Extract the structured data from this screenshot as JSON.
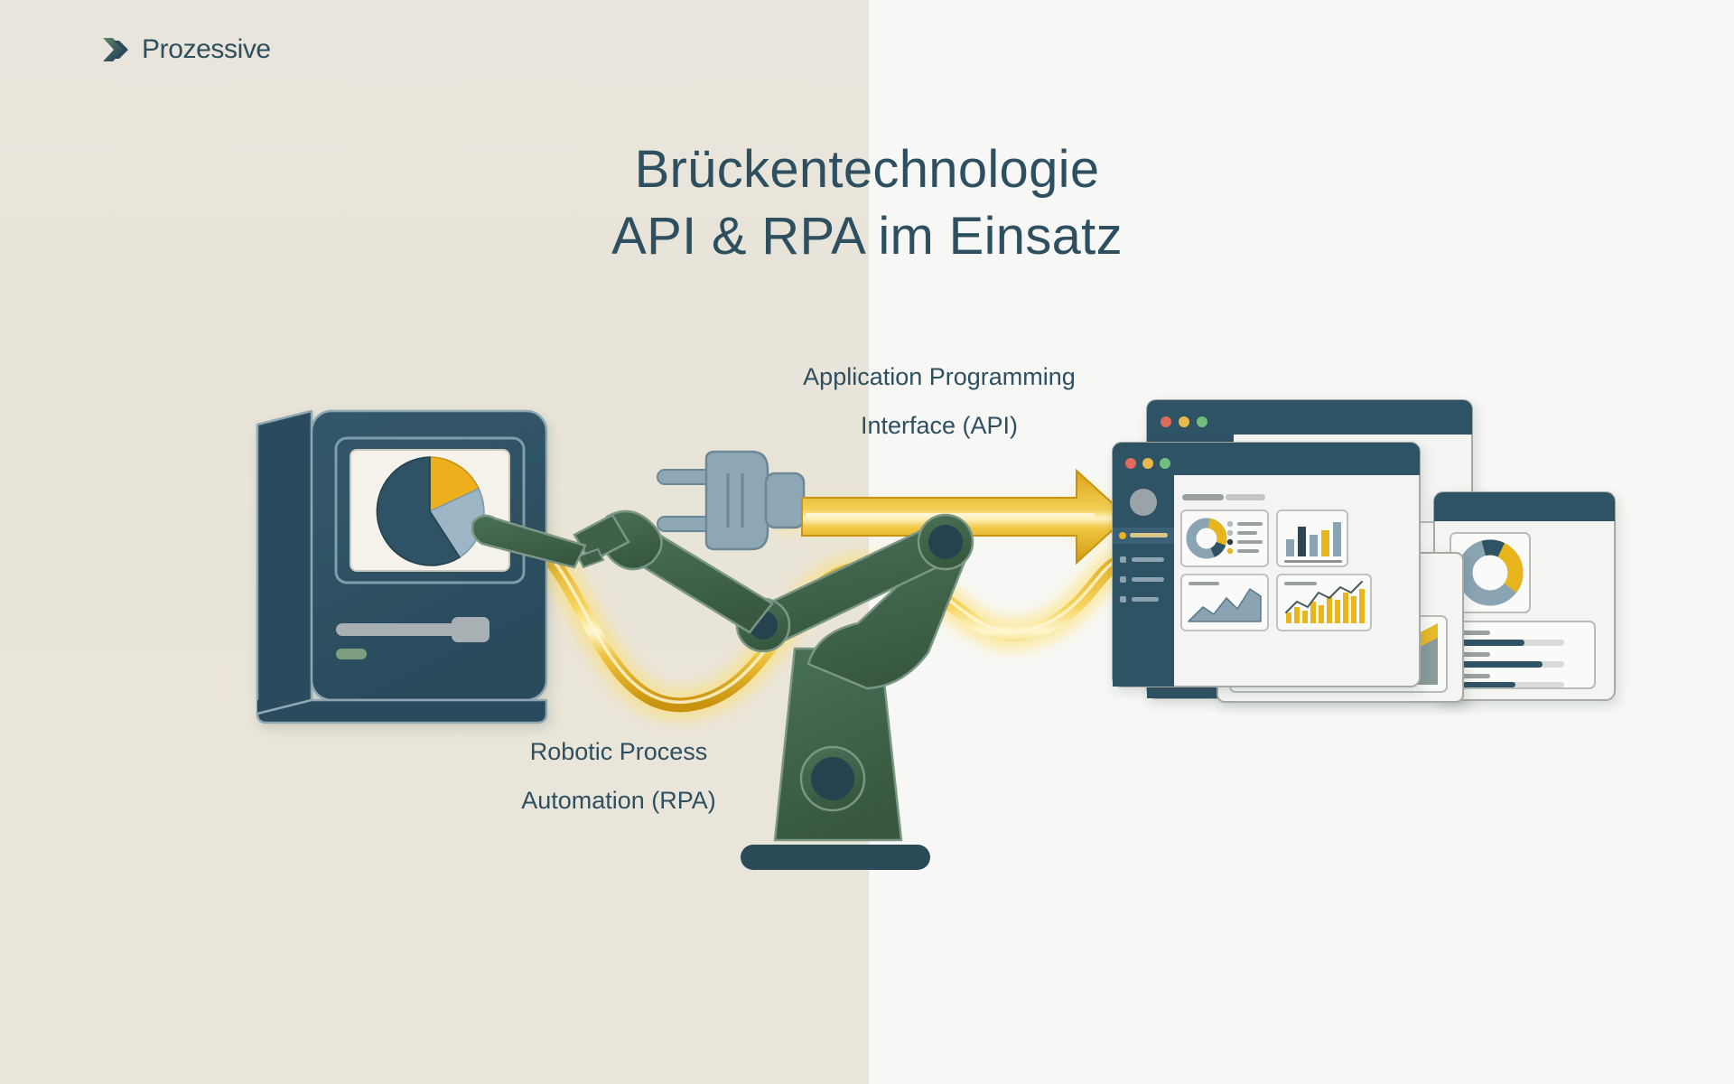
{
  "brand": {
    "name": "Prozessive",
    "mark_icon": "double-chevron-right-icon",
    "mark_color_a": "#5f7f63",
    "mark_color_b": "#2c4a5c"
  },
  "title": {
    "line1": "Brückentechnologie",
    "line2": "API & RPA im Einsatz",
    "color": "#2d4f5f"
  },
  "callouts": {
    "api": "Application Programming\nInterface (API)",
    "rpa": "Robotic Process\nAutomation (RPA)"
  },
  "illustration": {
    "legacy_system": {
      "icon": "retro-computer-icon",
      "body_color": "#2f5265",
      "screen_color": "#f4f2ea",
      "pie_slices": [
        {
          "label": "primary",
          "color": "#2f5265",
          "percent": 60
        },
        {
          "label": "accent",
          "color": "#eeb11c",
          "percent": 25
        },
        {
          "label": "secondary",
          "color": "#9bb4c4",
          "percent": 15
        }
      ],
      "led_color": "#7d9e7e",
      "slot_color": "#a9b0b4"
    },
    "api_connector": {
      "icon": "power-plug-icon",
      "plug_color": "#8ea7b6",
      "arrow_color": "#e3aa1a",
      "glow_color": "#ffe37a",
      "direction": "left-to-right"
    },
    "rpa_connector": {
      "icon": "robot-arm-icon",
      "arm_color": "#3f6149",
      "joint_color": "#27424f",
      "base_color": "#2b4a58",
      "cable_icon": "wave-cable-icon",
      "cable_color": "#e8b51f",
      "cable_glow": "#ffe37a"
    },
    "dashboards": {
      "window_chrome_color": "#2f5265",
      "panel_color": "#f4f5f2",
      "traffic_lights": [
        "#e06a5c",
        "#e8b84b",
        "#6fbf7e"
      ],
      "accent": "#e8b51f",
      "steel": "#8aa4b4",
      "ink": "#2f5265",
      "widgets": [
        {
          "name": "donut-chart",
          "segments": [
            45,
            30,
            25
          ]
        },
        {
          "name": "legend-list",
          "rows": 4
        },
        {
          "name": "bar-chart",
          "values": [
            42,
            78,
            55,
            92,
            70
          ]
        },
        {
          "name": "area-chart",
          "points": [
            20,
            45,
            30,
            60,
            40,
            75,
            55,
            85
          ]
        },
        {
          "name": "combo-chart",
          "bars": [
            18,
            30,
            24,
            44,
            38,
            58,
            50,
            70,
            62,
            80
          ],
          "line": [
            25,
            38,
            32,
            52,
            48,
            66,
            58,
            78,
            70,
            88
          ]
        },
        {
          "name": "donut-chart-small",
          "segments": [
            50,
            28,
            22
          ]
        },
        {
          "name": "progress-list",
          "values": [
            62,
            80,
            55
          ]
        },
        {
          "name": "trend-area",
          "points": [
            10,
            35,
            25,
            55,
            45,
            70,
            60,
            90
          ]
        }
      ]
    }
  }
}
